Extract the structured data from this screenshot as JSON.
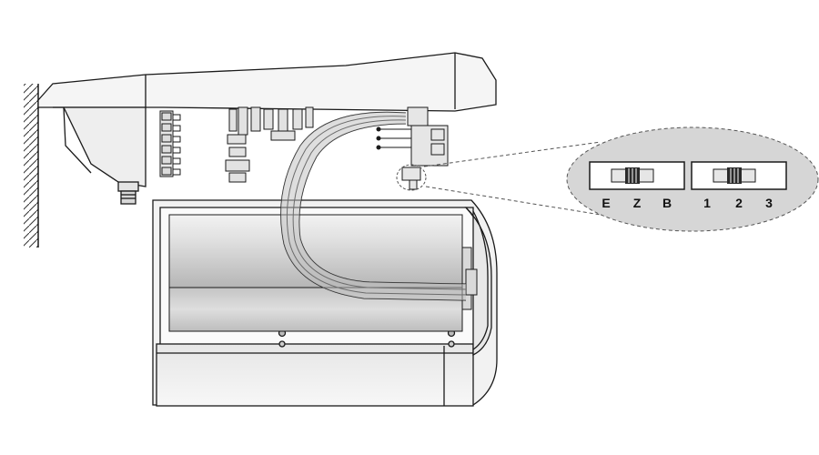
{
  "switch_left": {
    "positions": [
      "E",
      "Z",
      "B"
    ],
    "selected_index": 1
  },
  "switch_right": {
    "positions": [
      "1",
      "2",
      "3"
    ],
    "selected_index": 1
  },
  "colors": {
    "line": "#1a1a1a",
    "housing_fill": "#f4f4f4",
    "window_light": "#e9e9e9",
    "window_dark": "#b9b9b9",
    "zoom_bubble": "#d6d6d6"
  }
}
